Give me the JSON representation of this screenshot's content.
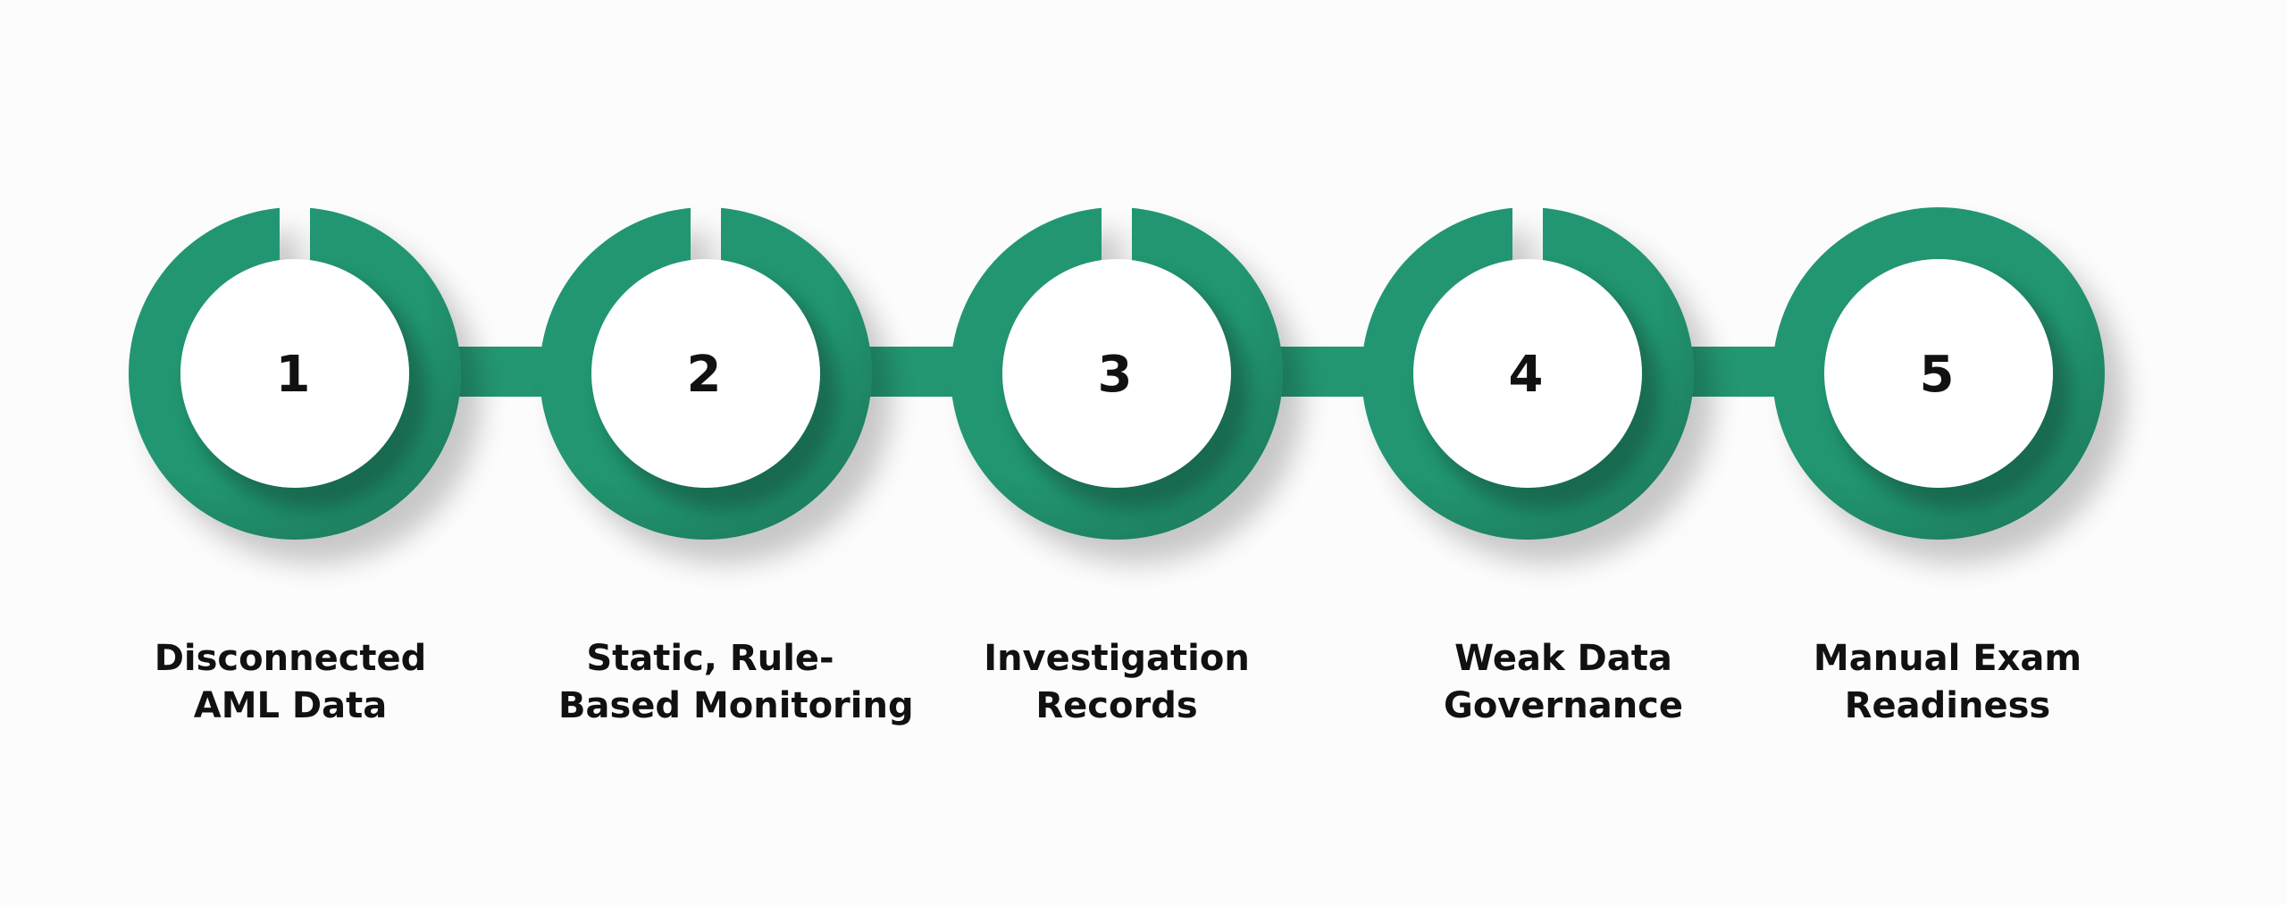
{
  "colors": {
    "ring": "#239672",
    "ring_shadow": "#1a6b51",
    "center": "#ffffff",
    "background": "#fcfcfc",
    "text": "#111111"
  },
  "steps": [
    {
      "number": "1",
      "label_lines": [
        "Disconnected",
        "AML Data"
      ]
    },
    {
      "number": "2",
      "label_lines": [
        "Static, Rule-",
        "Based Monitoring"
      ]
    },
    {
      "number": "3",
      "label_lines": [
        "Investigation",
        "Records"
      ]
    },
    {
      "number": "4",
      "label_lines": [
        "Weak Data",
        "Governance"
      ]
    },
    {
      "number": "5",
      "label_lines": [
        "Manual Exam",
        "Readiness"
      ]
    }
  ]
}
